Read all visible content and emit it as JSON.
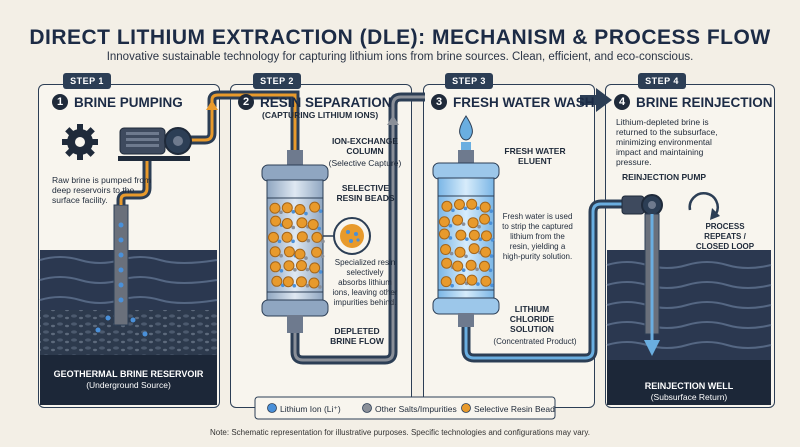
{
  "header": {
    "title": "DIRECT LITHIUM EXTRACTION (DLE): MECHANISM & PROCESS FLOW",
    "subtitle": "Innovative sustainable technology for capturing lithium ions from brine sources. Clean, efficient, and eco-conscious."
  },
  "steps": [
    {
      "tag": "STEP 1",
      "num": "1",
      "title": "BRINE PUMPING",
      "desc": "Raw brine is pumped from deep reservoirs to the surface facility.",
      "reservoir_label": "GEOTHERMAL BRINE RESERVOIR",
      "reservoir_sub": "(Underground Source)"
    },
    {
      "tag": "STEP 2",
      "num": "2",
      "title": "RESIN SEPARATION",
      "subtitle": "(CAPTURING LITHIUM IONS)",
      "column_label": "ION-EXCHANGE COLUMN",
      "column_sub": "(Selective Capture)",
      "beads_label": "SELECTIVE RESIN BEADS",
      "desc": "Specialized resin selectively absorbs lithium ions, leaving other impurities behind.",
      "outflow_label": "DEPLETED BRINE FLOW"
    },
    {
      "tag": "STEP 3",
      "num": "3",
      "title": "FRESH WATER WASH",
      "eluent_label": "FRESH WATER ELUENT",
      "desc": "Fresh water is used to strip the captured lithium from the resin, yielding a high-purity solution.",
      "product_label": "LITHIUM CHLORIDE SOLUTION",
      "product_sub": "(Concentrated Product)"
    },
    {
      "tag": "STEP 4",
      "num": "4",
      "title": "BRINE REINJECTION",
      "desc": "Lithium-depleted brine is returned to the subsurface, minimizing environmental impact and maintaining pressure.",
      "pump_label": "REINJECTION PUMP",
      "loop_label": "PROCESS REPEATS / CLOSED LOOP",
      "well_label": "REINJECTION WELL",
      "well_sub": "(Subsurface Return)"
    }
  ],
  "legend": [
    {
      "label": "Lithium Ion (Li⁺)",
      "color": "#4a90d9"
    },
    {
      "label": "Other Salts/Impurities",
      "color": "#8a8f98"
    },
    {
      "label": "Selective Resin Bead",
      "color": "#e89a2c"
    }
  ],
  "footnote": "Note: Schematic representation for illustrative purposes. Specific technologies and configurations may vary.",
  "colors": {
    "navy": "#2c3e55",
    "water": "#6aaee0",
    "resin": "#e89a2c",
    "pipe": "#4a4f58"
  }
}
